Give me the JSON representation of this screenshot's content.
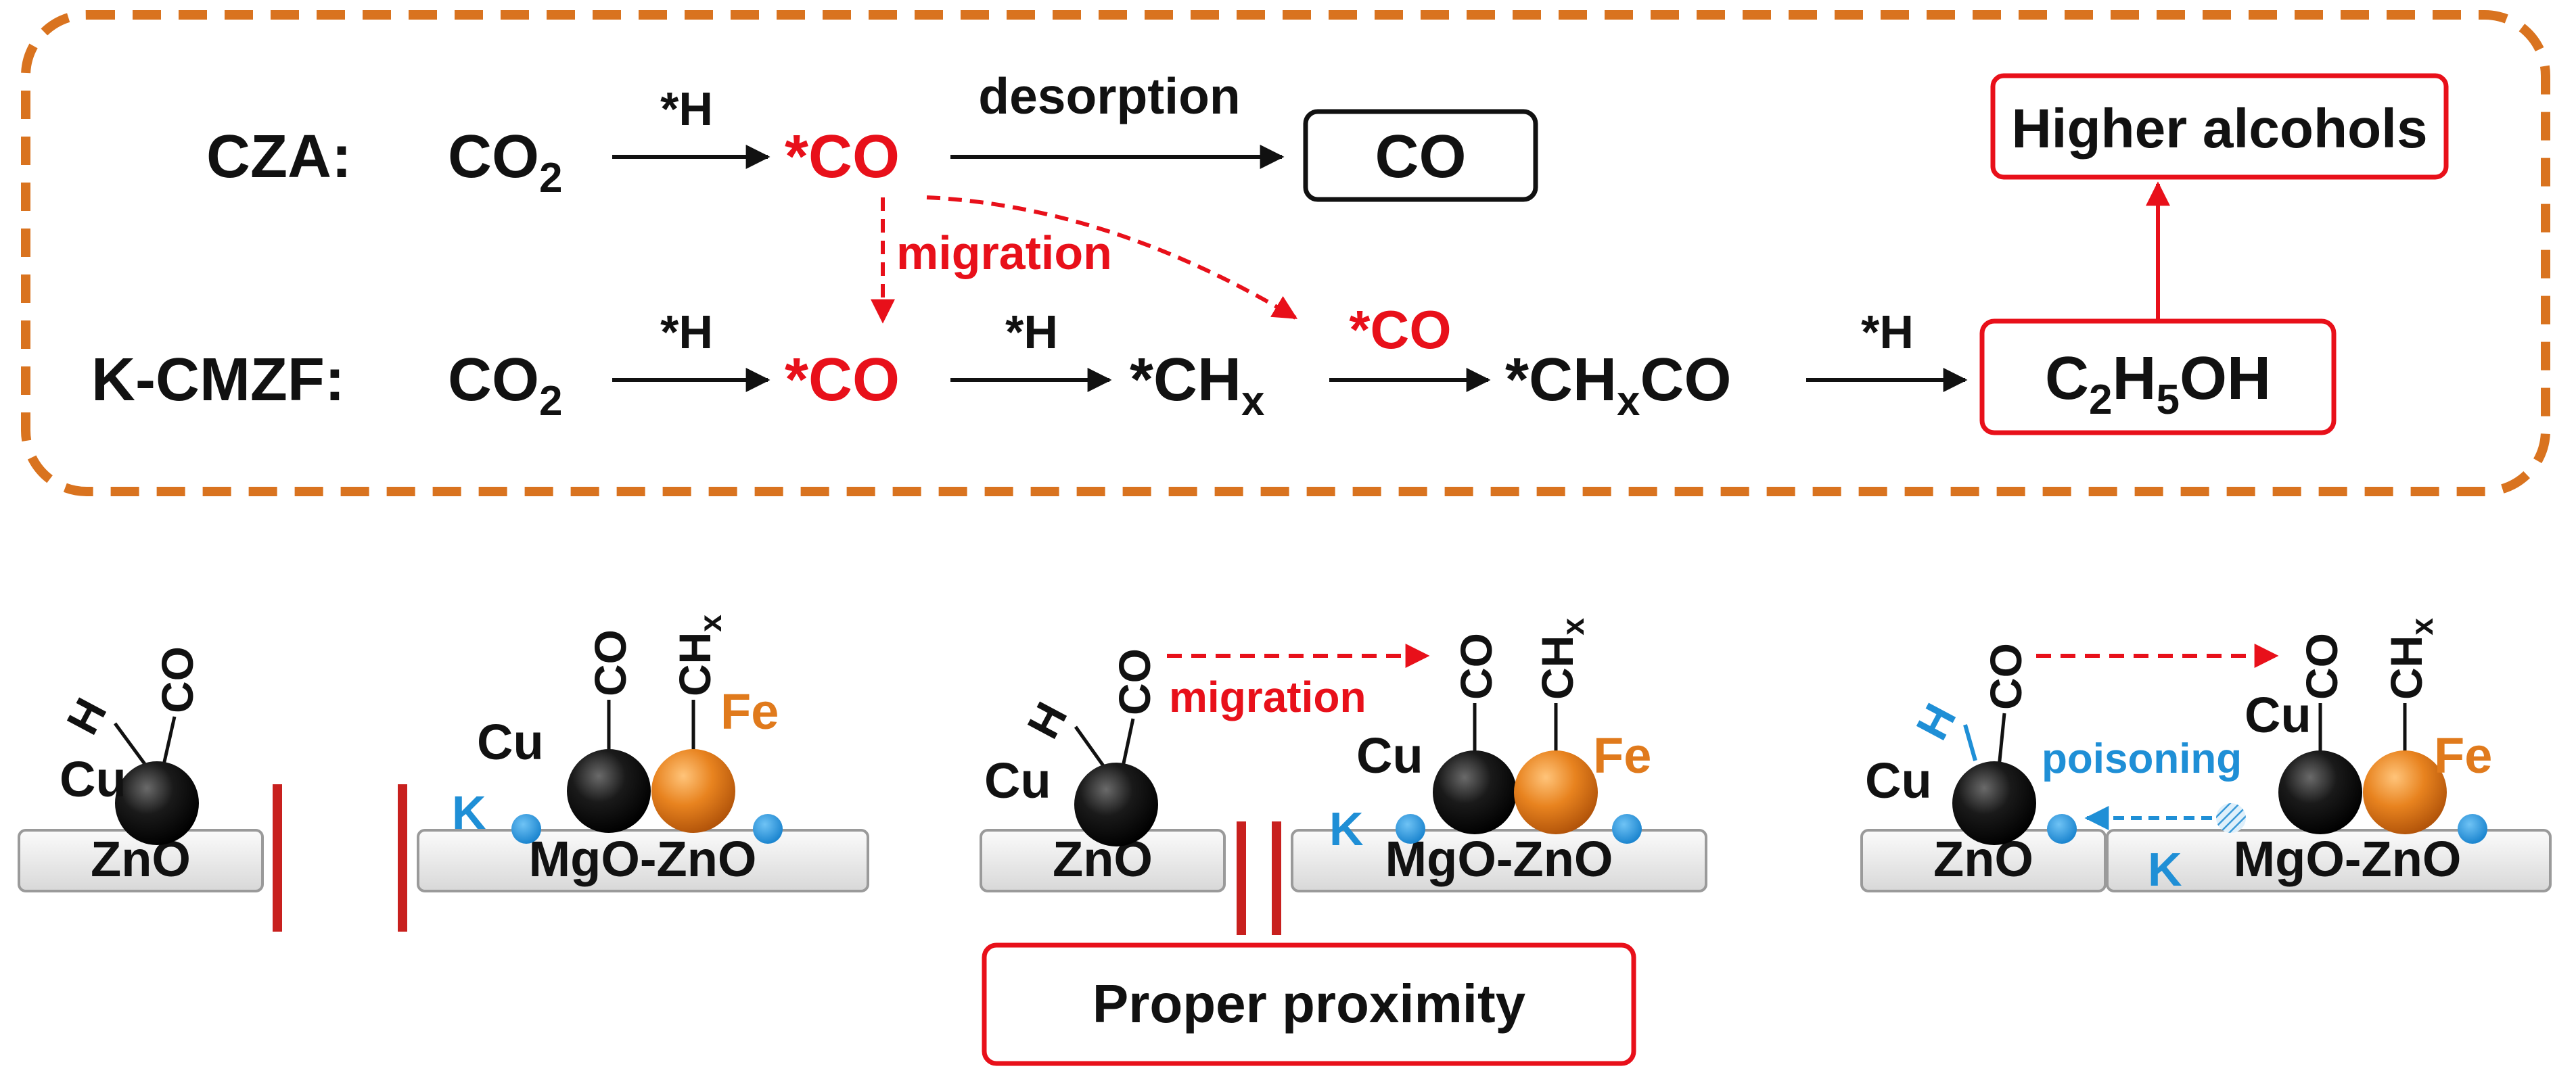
{
  "colors": {
    "frame": "#d9731f",
    "highlight": "#e8101a",
    "black": "#111111",
    "potassium": "#1f8fd6",
    "iron": "#e07a1c",
    "separator": "#c8201e",
    "support_fill": "#f0f0f0",
    "support_stroke": "#9a9a9a"
  },
  "scheme": {
    "row1": {
      "label": "CZA:",
      "reactant": "CO",
      "reactant_sub": "2",
      "step1_label": "*H",
      "intermediate": "*CO",
      "step2_label": "desorption",
      "product": "CO"
    },
    "row2": {
      "label": "K-CMZF:",
      "reactant": "CO",
      "reactant_sub": "2",
      "step1_label": "*H",
      "intermediate": "*CO",
      "step2_label": "*H",
      "chx_main": "*CH",
      "chx_sub": "x",
      "insertion_label": "*CO",
      "chxco_main": "*CH",
      "chxco_sub": "x",
      "chxco_tail": "CO",
      "step4_label": "*H",
      "ethanol_c": "C",
      "ethanol_sub1": "2",
      "ethanol_h": "H",
      "ethanol_sub2": "5",
      "ethanol_tail": "OH"
    },
    "migration_label": "migration",
    "top_product": "Higher alcohols"
  },
  "panels": {
    "p1": {
      "cu": "Cu",
      "h": "H",
      "co": "CO",
      "support": "ZnO"
    },
    "p2": {
      "cu": "Cu",
      "fe": "Fe",
      "k": "K",
      "co": "CO",
      "chx_main": "CH",
      "chx_sub": "x",
      "support": "MgO-ZnO"
    },
    "p3": {
      "cu1": "Cu",
      "h": "H",
      "co1": "CO",
      "support1": "ZnO",
      "migration": "migration",
      "cu2": "Cu",
      "fe": "Fe",
      "k": "K",
      "co2": "CO",
      "chx_main": "CH",
      "chx_sub": "x",
      "support2": "MgO-ZnO",
      "caption": "Proper proximity"
    },
    "p4": {
      "cu1": "Cu",
      "h": "H",
      "co1": "CO",
      "support1": "ZnO",
      "poisoning": "poisoning",
      "cu2": "Cu",
      "fe": "Fe",
      "k": "K",
      "co2": "CO",
      "chx_main": "CH",
      "chx_sub": "x",
      "support2": "MgO-ZnO"
    }
  }
}
